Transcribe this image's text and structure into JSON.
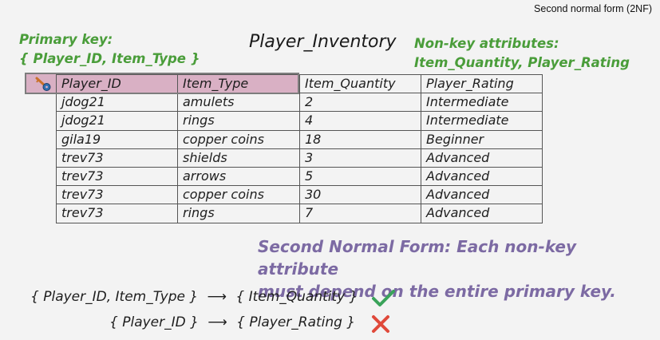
{
  "corner_label": "Second normal form (2NF)",
  "primary_key": {
    "heading": "Primary key:",
    "value": "{ Player_ID, Item_Type }"
  },
  "table_title": "Player_Inventory",
  "non_key": {
    "heading": "Non-key attributes:",
    "value": "Item_Quantity, Player_Rating"
  },
  "table": {
    "columns": [
      "Player_ID",
      "Item_Type",
      "Item_Quantity",
      "Player_Rating"
    ],
    "rows": [
      [
        "jdog21",
        "amulets",
        "2",
        "Intermediate"
      ],
      [
        "jdog21",
        "rings",
        "4",
        "Intermediate"
      ],
      [
        "gila19",
        "copper coins",
        "18",
        "Beginner"
      ],
      [
        "trev73",
        "shields",
        "3",
        "Advanced"
      ],
      [
        "trev73",
        "arrows",
        "5",
        "Advanced"
      ],
      [
        "trev73",
        "copper coins",
        "30",
        "Advanced"
      ],
      [
        "trev73",
        "rings",
        "7",
        "Advanced"
      ]
    ]
  },
  "rule": {
    "line1": "Second Normal Form: Each non-key attribute",
    "line2": "must depend on the entire primary key."
  },
  "dependencies": [
    {
      "left": "{ Player_ID, Item_Type }",
      "arrow": "⟶",
      "right": "{ Item_Quantity }",
      "mark": "check",
      "mark_color": "#3aa35a"
    },
    {
      "left": "{ Player_ID }",
      "arrow": "⟶",
      "right": "{ Player_Rating }",
      "mark": "cross",
      "mark_color": "#e0493a"
    }
  ],
  "colors": {
    "green_text": "#4a9d3a",
    "purple_text": "#7c6aa3",
    "key_highlight": "#d9b0c4"
  },
  "icons": {
    "key": "key-icon",
    "check": "check-icon",
    "cross": "cross-icon"
  }
}
